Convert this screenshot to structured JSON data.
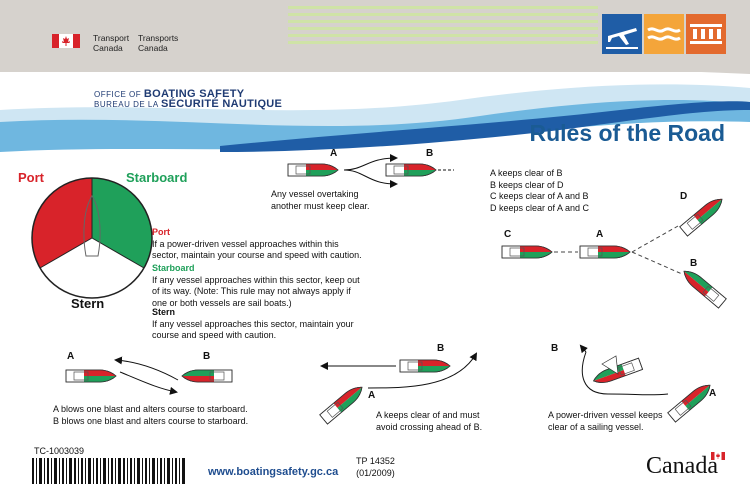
{
  "header": {
    "dept_en": "Transport",
    "country_en": "Canada",
    "dept_fr": "Transports",
    "country_fr": "Canada",
    "office_en_prefix": "OFFICE OF ",
    "office_en_name": "BOATING SAFETY",
    "office_fr_prefix": "BUREAU DE LA ",
    "office_fr_name": "SÉCURITÉ NAUTIQUE",
    "colors": {
      "band": "#d6d2cd",
      "stripes": "#cfe3a7",
      "tile_blue": "#1f5da6",
      "tile_orange": "#f4a53a",
      "tile_red": "#e36a2e"
    }
  },
  "title": "Rules of the Road",
  "sectors": {
    "port_label": "Port",
    "starboard_label": "Starboard",
    "stern_label": "Stern",
    "colors": {
      "port": "#d8232a",
      "starboard": "#1fa05a",
      "stern": "#ffffff"
    }
  },
  "rules": {
    "port": {
      "heading": "Port",
      "text": "If a power-driven vessel approaches within this sector, maintain your course and speed with caution."
    },
    "starboard": {
      "heading": "Starboard",
      "text": "If any vessel approaches within this sector, keep out of its way. (Note: This rule may not always apply if one or both vessels are sail boats.)"
    },
    "stern": {
      "heading": "Stern",
      "text": "If any vessel approaches this sector, maintain your course and speed with caution."
    }
  },
  "overtaking": {
    "label_a": "A",
    "label_b": "B",
    "caption_l1": "Any vessel overtaking",
    "caption_l2": "another must keep clear."
  },
  "priority": {
    "lines": [
      "A keeps clear of B",
      "B keeps clear of D",
      "C keeps clear of A and B",
      "D keeps clear of A and C"
    ],
    "label_a": "A",
    "label_b": "B",
    "label_c": "C",
    "label_d": "D"
  },
  "headon": {
    "label_a": "A",
    "label_b": "B",
    "caption_l1": "A blows one blast and alters course to starboard.",
    "caption_l2": "B blows one blast and alters course to starboard."
  },
  "crossing": {
    "label_a": "A",
    "label_b": "B",
    "caption_l1": "A keeps clear of and must",
    "caption_l2": "avoid crossing ahead of B."
  },
  "sailing": {
    "label_a": "A",
    "label_b": "B",
    "caption_l1": "A power-driven vessel keeps",
    "caption_l2": "clear of a sailing vessel."
  },
  "footer": {
    "code": "TC-1003039",
    "url": "www.boatingsafety.gc.ca",
    "tp": "TP 14352",
    "date": "(01/2009)",
    "wordmark": "Canada"
  }
}
